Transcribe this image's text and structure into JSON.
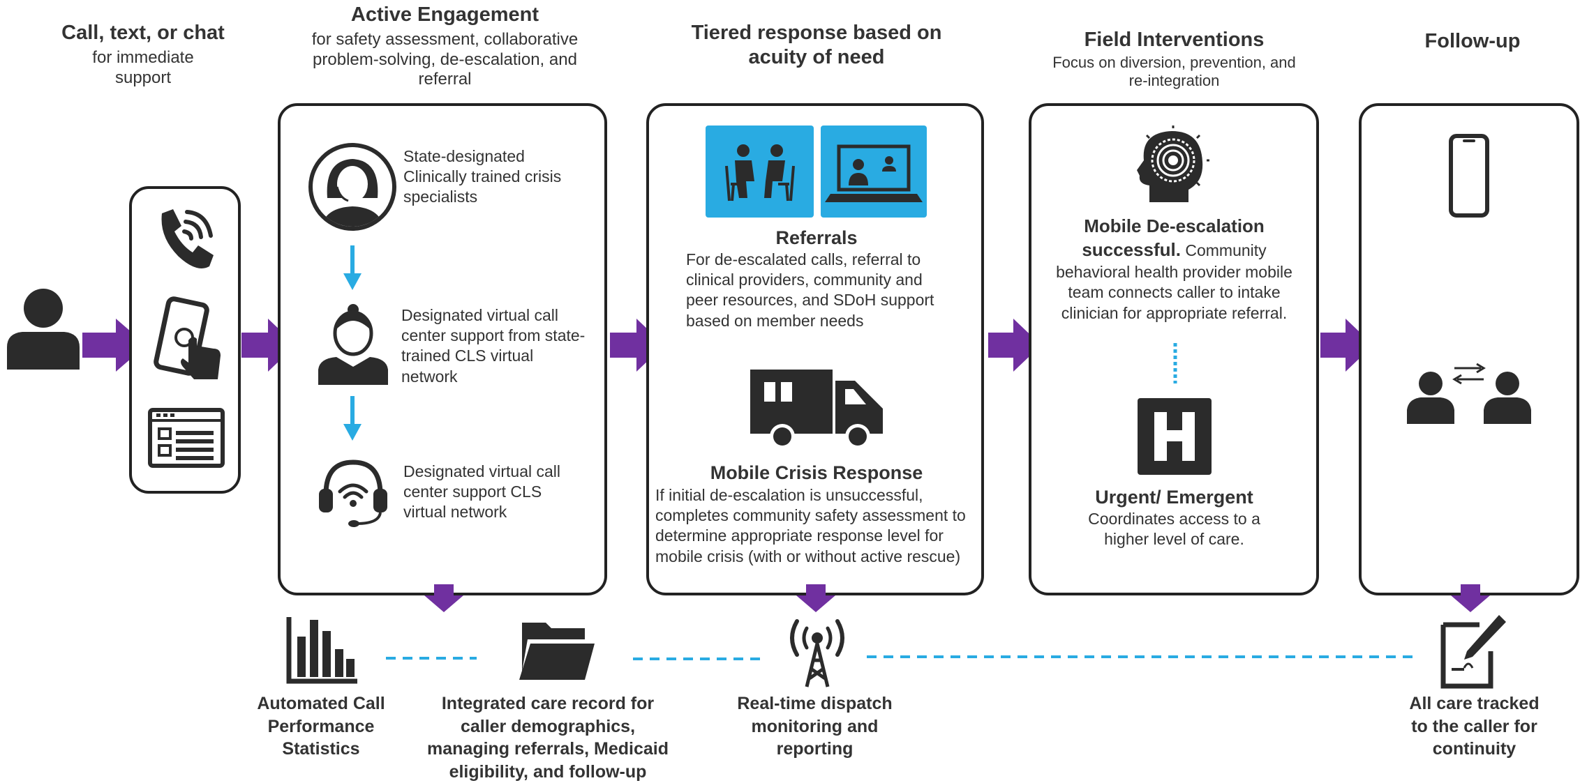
{
  "colors": {
    "purple": "#7030a0",
    "blue": "#29abe2",
    "dark": "#2b2b2b",
    "text": "#333333"
  },
  "headers": {
    "contact": {
      "title": "Call, text, or chat",
      "sub": "for immediate support"
    },
    "engagement": {
      "title": "Active Engagement",
      "sub": "for safety assessment, collaborative problem-solving, de-escalation, and referral"
    },
    "tiered": {
      "title": "Tiered response based on acuity of need"
    },
    "field": {
      "title": "Field Interventions",
      "sub": "Focus on diversion, prevention, and re-integration"
    },
    "followup": {
      "title": "Follow-up"
    }
  },
  "engagement": {
    "item1": "State-designated Clinically trained crisis specialists",
    "item2": "Designated virtual call center support from state-trained CLS virtual network",
    "item3": "Designated virtual call center support CLS virtual network"
  },
  "tiered": {
    "referrals_title": "Referrals",
    "referrals_text": "For de-escalated calls, referral to clinical providers, community and peer resources, and SDoH support based on member needs",
    "mobile_title": "Mobile Crisis Response",
    "mobile_text": "If initial de-escalation is unsuccessful, completes community safety assessment to determine appropriate response level for mobile crisis (with or without active rescue)"
  },
  "field": {
    "deesc_bold": "Mobile De-escalation successful.",
    "deesc_text": "Community behavioral health provider mobile team connects caller to intake clinician for appropriate referral.",
    "urgent_title": "Urgent/ Emergent",
    "urgent_text": "Coordinates access to a higher level of care."
  },
  "bottom": {
    "stats": "Automated Call Performance Statistics",
    "record": "Integrated care record for caller demographics, managing referrals, Medicaid eligibility, and follow-up",
    "dispatch": "Real-time dispatch monitoring and reporting",
    "tracked": "All care tracked to the caller for continuity"
  },
  "icons": [
    "person-icon",
    "phone-ringing-icon",
    "touch-phone-icon",
    "chat-window-icon",
    "crisis-specialist-icon",
    "virtual-agent-icon",
    "headset-icon",
    "in-person-meeting-icon",
    "video-call-icon",
    "ambulance-icon",
    "brain-icon",
    "hospital-icon",
    "smartphone-icon",
    "people-exchange-icon",
    "bar-chart-icon",
    "folder-icon",
    "antenna-icon",
    "document-edit-icon"
  ]
}
